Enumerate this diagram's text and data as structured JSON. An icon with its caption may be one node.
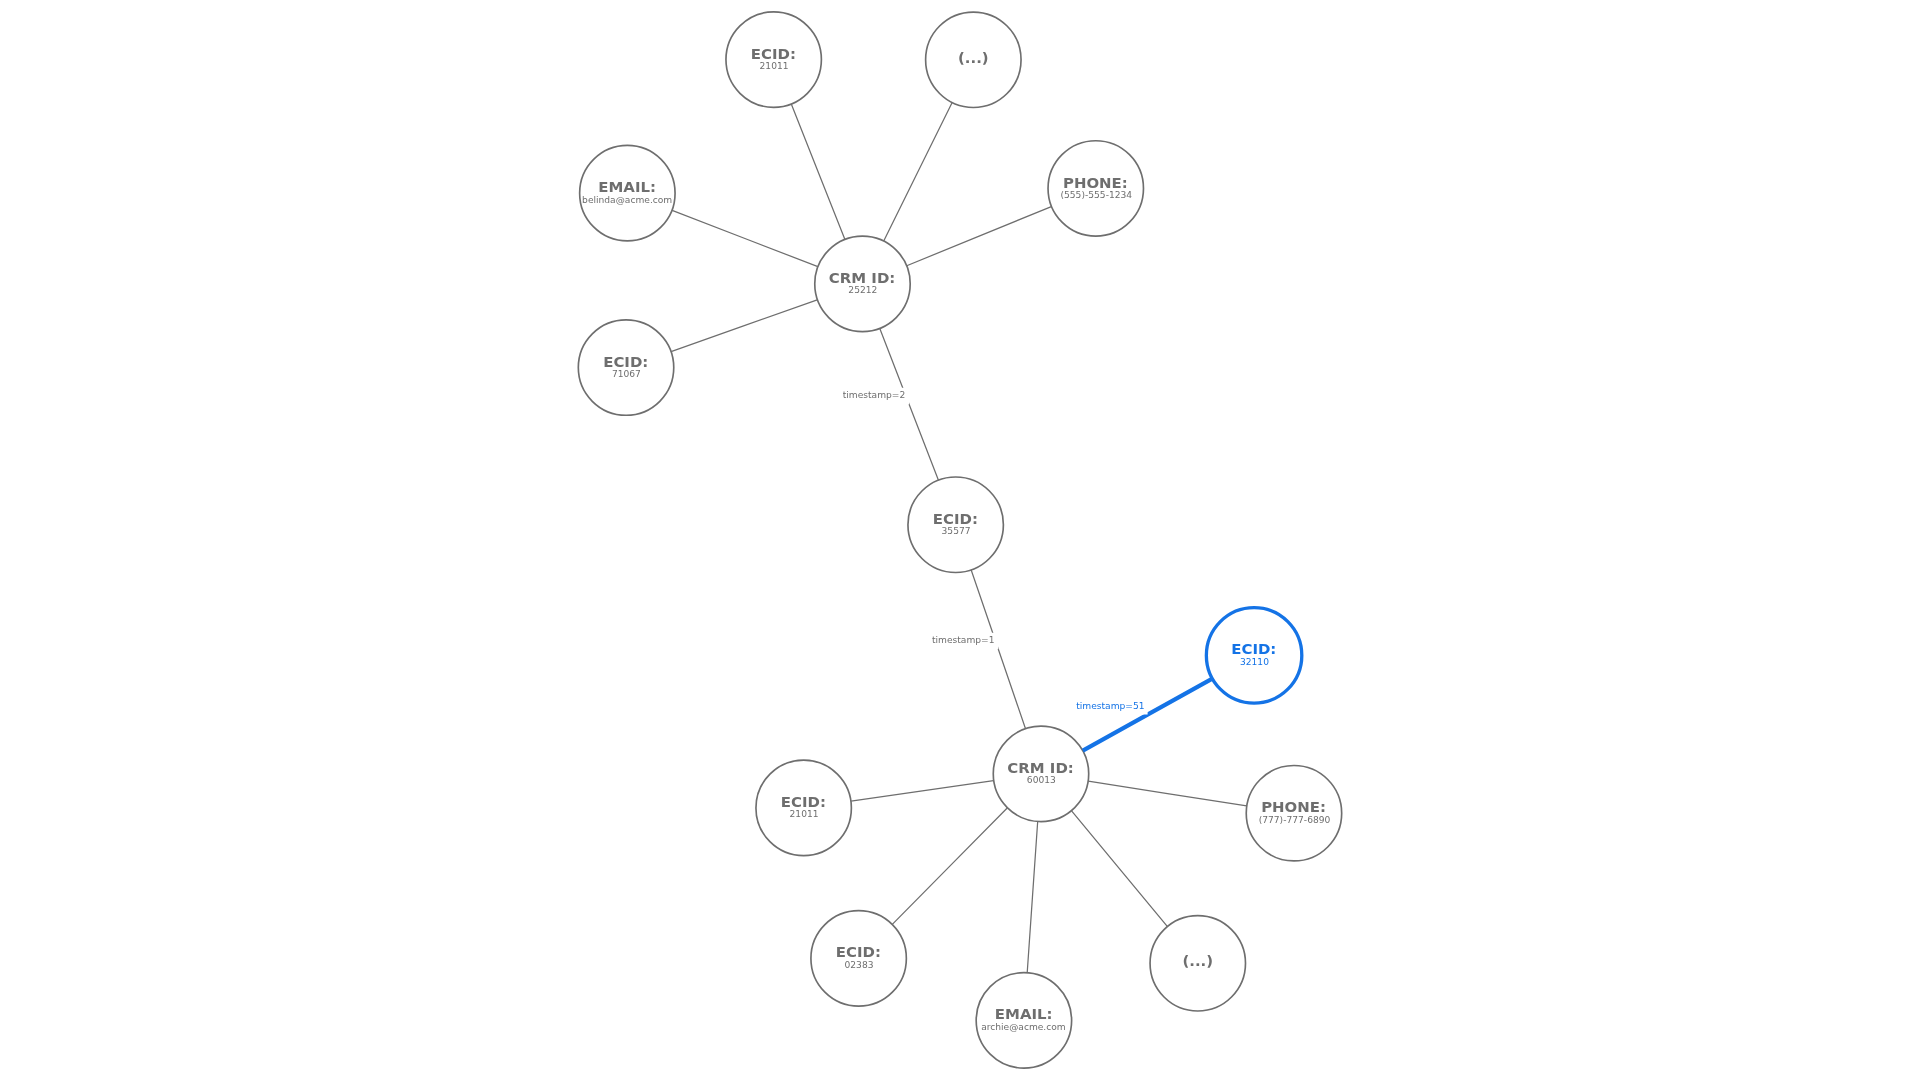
{
  "diagram": {
    "nodes": [
      {
        "text": [
          "EMAIL:",
          "belinda@acme.com"
        ]
      },
      {
        "text": [
          "PHONE:",
          "(555)-555-1234"
        ]
      },
      {
        "text": [
          "ECID:",
          "71067"
        ]
      },
      {
        "text": [
          "CRM ID:",
          "25212"
        ]
      },
      {
        "text": [
          "(...)"
        ]
      },
      {
        "text": [
          "ECID:",
          "21011"
        ]
      },
      {
        "text": [
          "EMAIL:",
          "archie@acme.com"
        ]
      },
      {
        "text": [
          "PHONE:",
          "(777)-777-6890"
        ]
      },
      {
        "text": [
          "ECID:",
          "02383"
        ]
      },
      {
        "text": [
          "CRM ID:",
          "60013"
        ]
      },
      {
        "text": [
          "(...)"
        ]
      },
      {
        "text": [
          "ECID:",
          "21011"
        ]
      },
      {
        "text": [
          "ECID:",
          "35577"
        ]
      },
      {
        "text": [
          "ECID:",
          "32110"
        ]
      }
    ],
    "edges": [
      {
        "from": 0,
        "to": 3,
        "arrow": "none"
      },
      {
        "from": 1,
        "to": 3,
        "arrow": "none"
      },
      {
        "from": 2,
        "to": 3,
        "arrow": "none"
      },
      {
        "from": 3,
        "to": 4,
        "arrow": "none"
      },
      {
        "from": 3,
        "to": 5,
        "arrow": "none"
      },
      {
        "from": 6,
        "to": 9,
        "arrow": "none"
      },
      {
        "from": 7,
        "to": 9,
        "arrow": "none"
      },
      {
        "from": 8,
        "to": 9,
        "arrow": "none"
      },
      {
        "from": 9,
        "to": 10,
        "arrow": "none"
      },
      {
        "from": 9,
        "to": 11,
        "arrow": "none"
      },
      {
        "from": 3,
        "to": 12,
        "arrow": "none",
        "label": "timestamp=2"
      },
      {
        "from": 9,
        "to": 12,
        "arrow": "none",
        "label": "timestamp=1"
      },
      {
        "from": 9,
        "to": 13,
        "arrow": "none",
        "label": "timestamp=51",
        "style": "thick",
        "color": "#1473e6"
      }
    ]
  }
}
